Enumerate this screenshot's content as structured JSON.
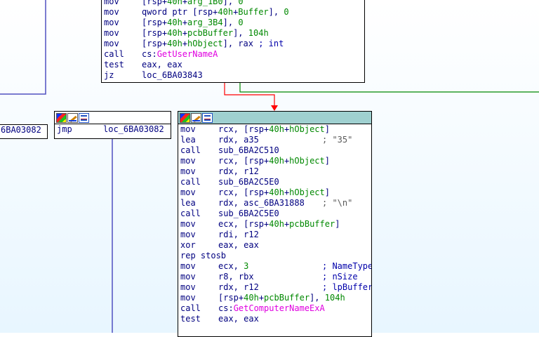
{
  "title": "IDA View - Graph",
  "colors": {
    "accent": "#9fd0d0",
    "edge_true": "#008800",
    "edge_false": "#ff0000",
    "edge_jump": "#5050c0"
  },
  "top_block": {
    "lines": [
      {
        "m": "mov",
        "o": "[rsp+40h+arg_1B0], 0"
      },
      {
        "m": "mov",
        "o": "qword ptr [rsp+40h+Buffer], 0"
      },
      {
        "m": "mov",
        "o": "[rsp+40h+arg_3B4], 0"
      },
      {
        "m": "mov",
        "o": "[rsp+40h+pcbBuffer], 104h"
      },
      {
        "m": "mov",
        "o": "[rsp+40h+hObject], rax ; int"
      },
      {
        "m": "call",
        "o": "cs:GetUserNameA"
      },
      {
        "m": "test",
        "o": "eax, eax"
      },
      {
        "m": "jz",
        "o": "loc_6BA03843"
      }
    ]
  },
  "left_block": {
    "text": "6BA03082"
  },
  "jmp_block": {
    "m": "jmp",
    "o": "loc_6BA03082"
  },
  "main_block": {
    "lines": [
      {
        "m": "mov",
        "o": "rcx, [rsp+40h+hObject]"
      },
      {
        "m": "lea",
        "o": "rdx, a35",
        "c": "; \"35\""
      },
      {
        "m": "call",
        "o": "sub_6BA2C510"
      },
      {
        "m": "mov",
        "o": "rcx, [rsp+40h+hObject]"
      },
      {
        "m": "mov",
        "o": "rdx, r12"
      },
      {
        "m": "call",
        "o": "sub_6BA2C5E0"
      },
      {
        "m": "mov",
        "o": "rcx, [rsp+40h+hObject]"
      },
      {
        "m": "lea",
        "o": "rdx, asc_6BA31888",
        "c": "; \"\\n\""
      },
      {
        "m": "call",
        "o": "sub_6BA2C5E0"
      },
      {
        "m": "mov",
        "o": "ecx, [rsp+40h+pcbBuffer]"
      },
      {
        "m": "mov",
        "o": "rdi, r12"
      },
      {
        "m": "xor",
        "o": "eax, eax"
      },
      {
        "m": "rep stosb",
        "o": ""
      },
      {
        "m": "mov",
        "o": "ecx, 3",
        "c": "; NameType"
      },
      {
        "m": "mov",
        "o": "r8, rbx",
        "c": "; nSize"
      },
      {
        "m": "mov",
        "o": "rdx, r12",
        "c": "; lpBuffer"
      },
      {
        "m": "mov",
        "o": "[rsp+40h+pcbBuffer], 104h"
      },
      {
        "m": "call",
        "o": "cs:GetComputerNameExA"
      },
      {
        "m": "test",
        "o": "eax, eax"
      }
    ]
  }
}
